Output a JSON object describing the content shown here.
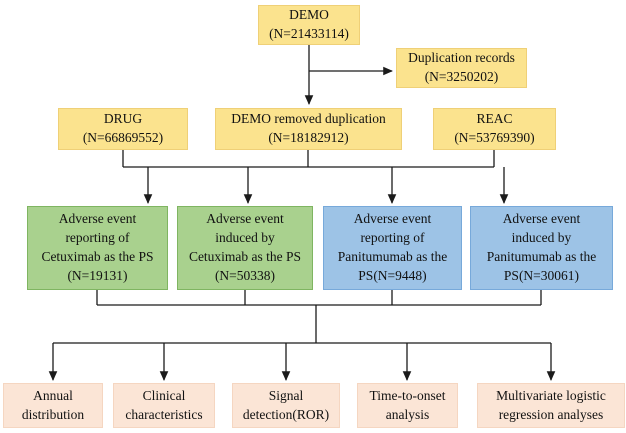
{
  "figure": {
    "type": "flowchart",
    "description": "Adverse event data processing and analysis flowchart"
  },
  "colors": {
    "bg": "#ffffff",
    "yellow": "#FBE38E",
    "yellowBorder": "#EFD077",
    "green": "#A9D18E",
    "greenBorder": "#7FB561",
    "blue": "#9DC3E6",
    "blueBorder": "#77A9DA",
    "peach": "#FBE5D6",
    "peachBorder": "#F5D6C1",
    "line": "#1b1b1b",
    "text": "#111111"
  },
  "nodes": {
    "demo": {
      "text": "DEMO\n(N=21433114)",
      "fill": "yellow"
    },
    "duplication_records": {
      "text": "Duplication records\n(N=3250202)",
      "fill": "yellow"
    },
    "drug": {
      "text": "DRUG\n(N=66869552)",
      "fill": "yellow"
    },
    "demo_removed_duplication": {
      "text": "DEMO removed duplication\n(N=18182912)",
      "fill": "yellow"
    },
    "reac": {
      "text": "REAC\n(N=53769390)",
      "fill": "yellow"
    },
    "cetuximab_reporting": {
      "text": "Adverse event\nreporting of\nCetuximab as the PS\n(N=19131)",
      "fill": "green"
    },
    "cetuximab_induced": {
      "text": "Adverse event\ninduced by\nCetuximab as the PS\n(N=50338)",
      "fill": "green"
    },
    "panitumumab_reporting": {
      "text": "Adverse event\nreporting of\nPanitumumab as the\nPS(N=9448)",
      "fill": "blue"
    },
    "panitumumab_induced": {
      "text": "Adverse event\ninduced by\nPanitumumab as the\nPS(N=30061)",
      "fill": "blue"
    },
    "annual_distribution": {
      "text": "Annual\ndistribution",
      "fill": "peach"
    },
    "clinical_characteristics": {
      "text": "Clinical\ncharacteristics",
      "fill": "peach"
    },
    "signal_detection": {
      "text": "Signal\ndetection(ROR)",
      "fill": "peach"
    },
    "time_to_onset": {
      "text": "Time-to-onset\nanalysis",
      "fill": "peach"
    },
    "multivariate_logistic": {
      "text": "Multivariate logistic\nregression analyses",
      "fill": "peach"
    }
  }
}
